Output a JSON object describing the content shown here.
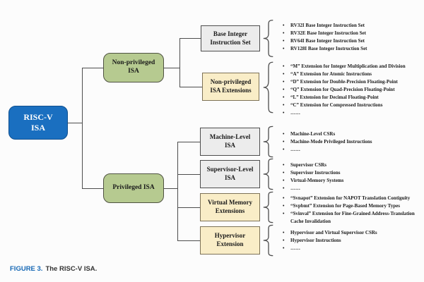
{
  "colors": {
    "rootBlue": "#1a6fc0",
    "rootBorder": "#0f4f8f",
    "branchGreen": "#b6ca90",
    "branchBorder": "#4f5242",
    "grayFill": "#ececec",
    "creamFill": "#f9edc7",
    "boxBorder": "#4d4d4d",
    "creamBorder": "#7d7257",
    "line": "#4d4d4d",
    "captionBlue": "#1668b5",
    "text": "#1a1a1a",
    "background": "#fcfcfc"
  },
  "root": {
    "line1": "RISC-V",
    "line2": "ISA"
  },
  "branches": [
    {
      "label": "Non-privileged ISA"
    },
    {
      "label": "Privileged ISA"
    }
  ],
  "groups": [
    {
      "box": "Base Integer Instruction Set",
      "items": [
        "RV32I Base Integer Instruction Set",
        "RV32E Base Integer Instruction Set",
        "RV64I Base Integer Instruction Set",
        "RV128I Base Integer Instruction Set"
      ]
    },
    {
      "box": "Non-privileged ISA Extensions",
      "items": [
        "“M” Extension for Integer Multiplication and Division",
        "“A” Extension for Atomic Instructions",
        "“D” Extension for Double-Precision Floating-Point",
        "“Q” Extension for Quad-Precision Floating-Point",
        "“L” Extension for Decimal Floating-Point",
        "“C” Extension for Compressed Instructions",
        "……"
      ]
    },
    {
      "box": "Machine-Level ISA",
      "items": [
        "Machine-Level CSRs",
        "Machine-Mode Privileged Instructions",
        "……"
      ]
    },
    {
      "box": "Supervisor-Level ISA",
      "items": [
        "Supervisor CSRs",
        "Supervisor Instructions",
        "Virtual-Memory Systems",
        "……"
      ]
    },
    {
      "box": "Virtual Memory Extensions",
      "items": [
        "“Svnapot” Extension for NAPOT Translation Contiguity",
        "“Svpbmt” Extension for Page-Based Memory Types",
        "“Svinval” Extension for Fine-Grained Address-Translation Cache Invalidation"
      ]
    },
    {
      "box": "Hypervisor Extension",
      "items": [
        "Hypervisor and Virtual Supervisor CSRs",
        "Hypervisor Instructions",
        "……"
      ]
    }
  ],
  "caption": {
    "label": "FIGURE 3.",
    "text": "The RISC-V ISA."
  }
}
